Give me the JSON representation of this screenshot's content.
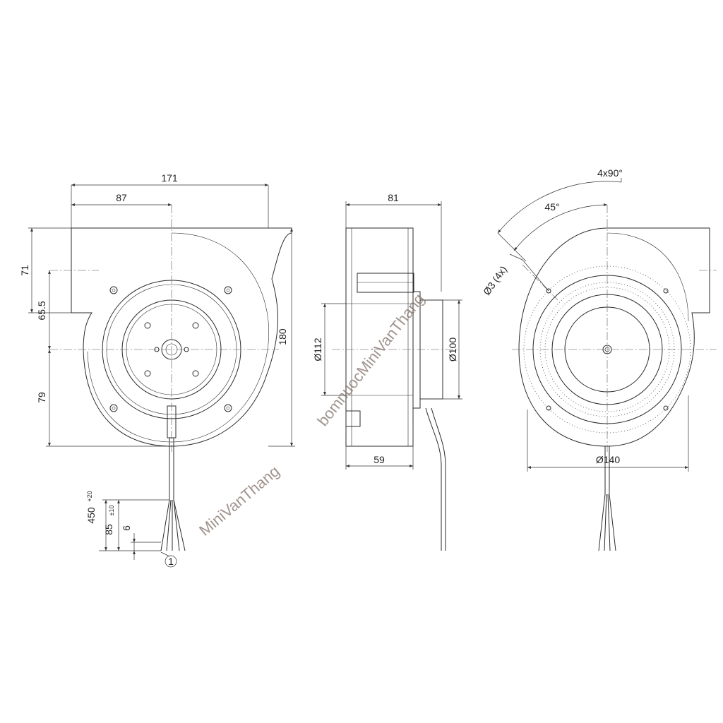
{
  "front_view": {
    "dim_width": "171",
    "dim_half_width": "87",
    "dim_height": "180",
    "dim_top": "71",
    "dim_outlet": "65.5",
    "dim_bottom": "79",
    "dim_cable_length": "450",
    "dim_cable_length_tol": "+20",
    "dim_strip_length": "85",
    "dim_strip_length_tol": "±10",
    "dim_end_strip": "6",
    "callout": "1"
  },
  "side_view": {
    "dim_depth": "81",
    "dim_inner": "59",
    "dim_dia_outer": "Ø112",
    "dim_dia_inner": "Ø100"
  },
  "rear_view": {
    "dim_angle_pattern": "4x90°",
    "dim_angle": "45°",
    "dim_hole": "Ø3 (4x)",
    "dim_diameter": "Ø140"
  },
  "watermark": {
    "text_1": "bomnuocMiniVanThang",
    "text_2": "MiniVanThang"
  }
}
